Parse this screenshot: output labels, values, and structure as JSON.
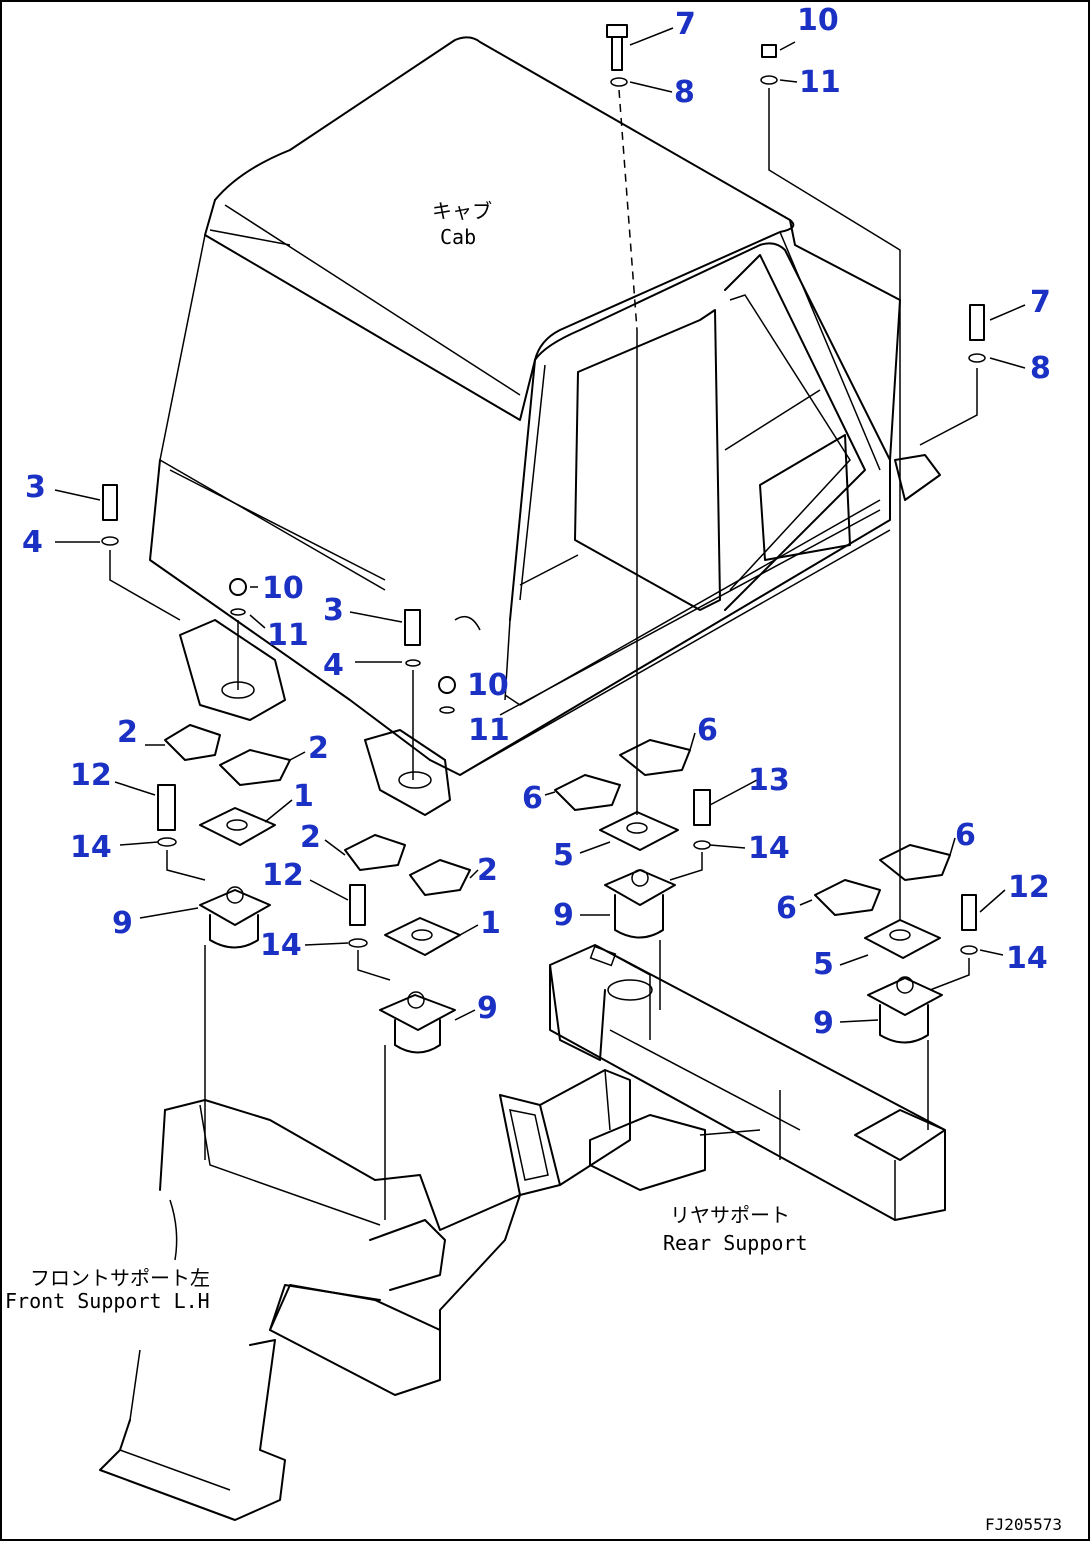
{
  "labels": {
    "cab_jp": "キャブ",
    "cab_en": "Cab",
    "front_jp": "フロントサポート左",
    "front_en": "Front Support L.H",
    "rear_jp": "リヤサポート",
    "rear_en": "Rear Support"
  },
  "drawing_code": "FJ205573",
  "callouts": [
    {
      "id": "c-7-top",
      "text": "7"
    },
    {
      "id": "c-8-top",
      "text": "8"
    },
    {
      "id": "c-10-top",
      "text": "10"
    },
    {
      "id": "c-11-top",
      "text": "11"
    },
    {
      "id": "c-7-right",
      "text": "7"
    },
    {
      "id": "c-8-right",
      "text": "8"
    },
    {
      "id": "c-3-left",
      "text": "3"
    },
    {
      "id": "c-4-left",
      "text": "4"
    },
    {
      "id": "c-10-mid",
      "text": "10"
    },
    {
      "id": "c-11-mid",
      "text": "11"
    },
    {
      "id": "c-3-mid",
      "text": "3"
    },
    {
      "id": "c-4-mid",
      "text": "4"
    },
    {
      "id": "c-10-right",
      "text": "10"
    },
    {
      "id": "c-11-right",
      "text": "11"
    },
    {
      "id": "c-2-a",
      "text": "2"
    },
    {
      "id": "c-2-b",
      "text": "2"
    },
    {
      "id": "c-12-left",
      "text": "12"
    },
    {
      "id": "c-1-left",
      "text": "1"
    },
    {
      "id": "c-14-left",
      "text": "14"
    },
    {
      "id": "c-2-c",
      "text": "2"
    },
    {
      "id": "c-2-d",
      "text": "2"
    },
    {
      "id": "c-12-mid",
      "text": "12"
    },
    {
      "id": "c-9-left",
      "text": "9"
    },
    {
      "id": "c-14-mid",
      "text": "14"
    },
    {
      "id": "c-1-mid",
      "text": "1"
    },
    {
      "id": "c-9-mid",
      "text": "9"
    },
    {
      "id": "c-6-a",
      "text": "6"
    },
    {
      "id": "c-6-b",
      "text": "6"
    },
    {
      "id": "c-13",
      "text": "13"
    },
    {
      "id": "c-5-a",
      "text": "5"
    },
    {
      "id": "c-14-rc",
      "text": "14"
    },
    {
      "id": "c-9-rc",
      "text": "9"
    },
    {
      "id": "c-6-c",
      "text": "6"
    },
    {
      "id": "c-6-d",
      "text": "6"
    },
    {
      "id": "c-12-right",
      "text": "12"
    },
    {
      "id": "c-5-b",
      "text": "5"
    },
    {
      "id": "c-14-right",
      "text": "14"
    },
    {
      "id": "c-9-right",
      "text": "9"
    }
  ]
}
